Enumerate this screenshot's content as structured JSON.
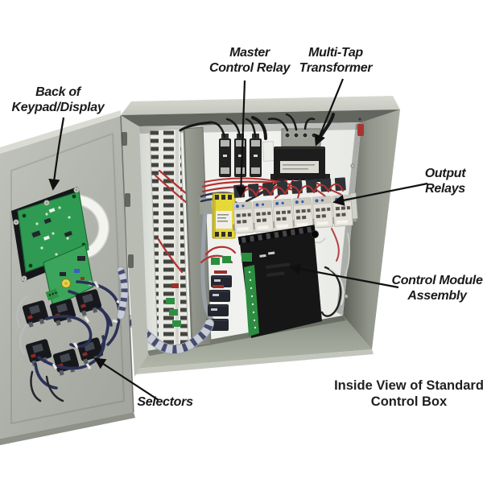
{
  "figure": {
    "type": "annotated-photo-of-control-box",
    "caption": {
      "line1": "Inside View of Standard",
      "line2": "Control Box"
    },
    "labels": {
      "keypad": {
        "line1": "Back of",
        "line2": "Keypad/Display"
      },
      "master_relay": {
        "line1": "Master",
        "line2": "Control Relay"
      },
      "transformer": {
        "line1": "Multi-Tap",
        "line2": "Transformer"
      },
      "output_relays": {
        "line1": "Output",
        "line2": "Relays"
      },
      "control_module": {
        "line1": "Control Module",
        "line2": "Assembly"
      },
      "selectors": {
        "line1": "Selectors"
      }
    },
    "colors": {
      "annotation_text": "#1a1a1a",
      "caption_text": "#1f1f1f",
      "enclosure_gray": "#b3b6ae",
      "enclosure_top": "#d2d4cc",
      "panel_white": "#eef0ec",
      "pcb_green": "#2f9b52",
      "mcr_yellow": "#e6d838",
      "wire_red": "#b23230",
      "harness_navy": "#2b3156",
      "module_black": "#161616"
    }
  }
}
